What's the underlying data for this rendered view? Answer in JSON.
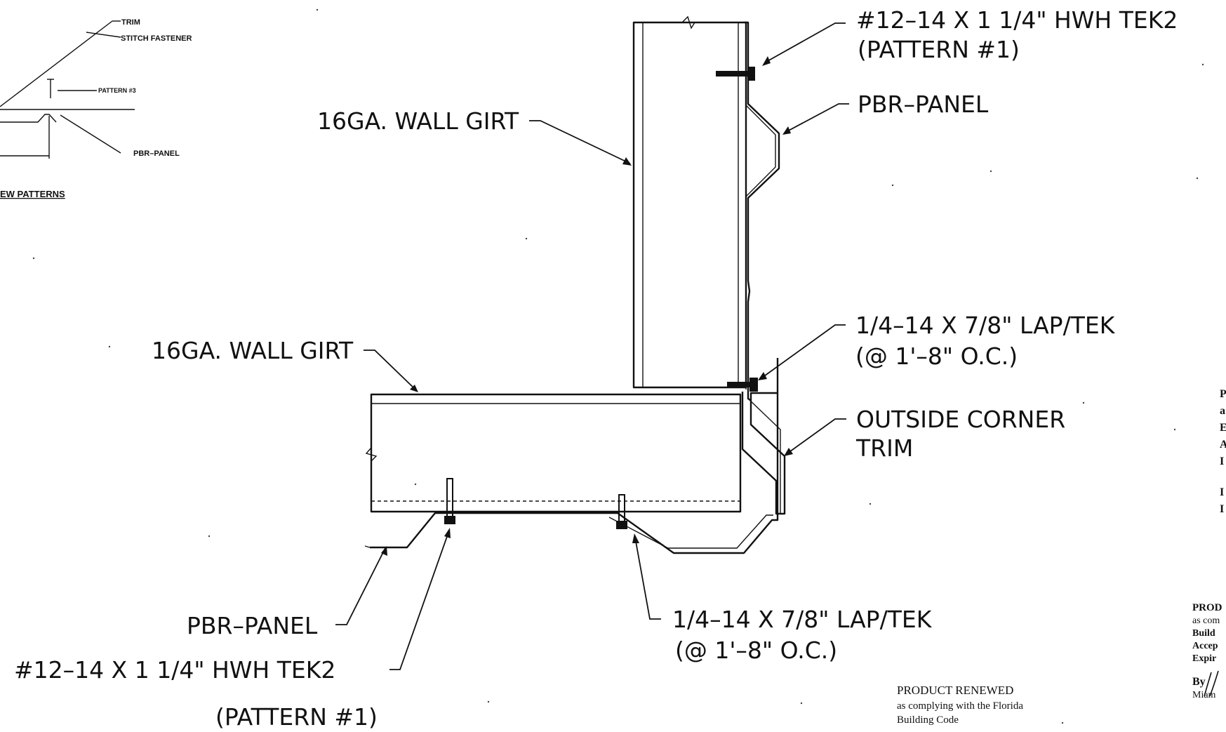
{
  "detail": {
    "labels": {
      "top_fastener_line1": "#12–14 X 1 1/4\" HWH TEK2",
      "top_fastener_line2": "(PATTERN #1)",
      "pbr_panel_top": "PBR–PANEL",
      "wall_girt_top": "16GA. WALL GIRT",
      "lap_tek_right_line1": "1/4–14 X 7/8\" LAP/TEK",
      "lap_tek_right_line2": "(@ 1'–8\" O.C.)",
      "wall_girt_bottom": "16GA. WALL GIRT",
      "corner_trim_line1": "OUTSIDE CORNER",
      "corner_trim_line2": "TRIM",
      "pbr_panel_bottom": "PBR–PANEL",
      "lap_tek_bottom_line1": "1/4–14 X 7/8\" LAP/TEK",
      "lap_tek_bottom_line2": "(@ 1'–8\" O.C.)",
      "bottom_fastener_line1": "#12–14 X 1 1/4\" HWH TEK2",
      "bottom_fastener_line2": "(PATTERN #1)"
    }
  },
  "inset": {
    "trim": "TRIM",
    "stitch_fastener": "STITCH FASTENER",
    "pattern": "PATTERN #3",
    "pbr_panel": "PBR–PANEL",
    "title_fragment": "EW PATTERNS"
  },
  "stamp_center": {
    "line1": "PRODUCT RENEWED",
    "line2": "as complying with the Florida",
    "line3": "Building Code"
  },
  "stamp_right": {
    "line1": "PROD",
    "line2": "as com",
    "line3": "Build",
    "line4": "Accep",
    "line5": "Expir",
    "line6": "By",
    "line7": "Miam"
  },
  "edge_letters": [
    "P",
    "a",
    "E",
    "A",
    "I",
    "I",
    "I"
  ]
}
